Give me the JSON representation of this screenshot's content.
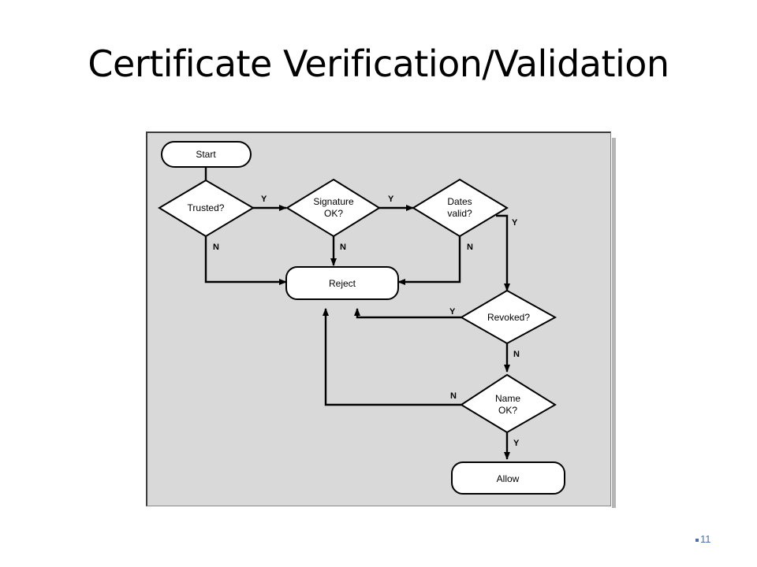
{
  "slide": {
    "title": "Certificate Verification/Validation",
    "number": "11"
  },
  "colors": {
    "diagram_background": "#d9d9d9",
    "stroke": "#000000",
    "node_fill": "#ffffff",
    "slide_number": "#4a6fb5"
  },
  "diagram": {
    "nodes": {
      "start": "Start",
      "trusted": "Trusted?",
      "signature": [
        "Signature",
        "OK?"
      ],
      "dates": [
        "Dates",
        "valid?"
      ],
      "reject": "Reject",
      "revoked": "Revoked?",
      "name": [
        "Name",
        "OK?"
      ],
      "allow": "Allow"
    },
    "edges": {
      "trusted_yes": "Y",
      "trusted_no": "N",
      "signature_yes": "Y",
      "signature_no": "N",
      "dates_yes": "Y",
      "dates_no": "N",
      "revoked_yes": "Y",
      "revoked_no": "N",
      "name_no": "N",
      "name_yes": "Y"
    }
  }
}
